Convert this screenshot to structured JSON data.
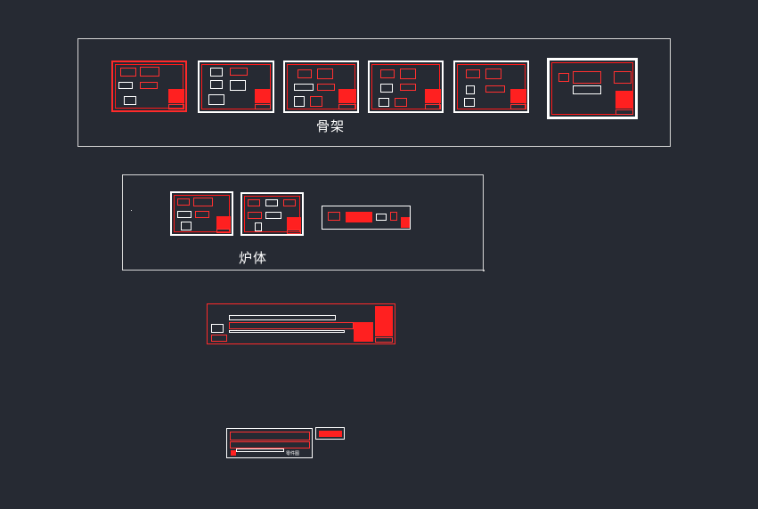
{
  "groups": {
    "skeleton": {
      "label": "骨架",
      "sheet_count": 6
    },
    "furnace_body": {
      "label": "炉体",
      "sheet_count": 3
    },
    "bottom_sheet": {
      "label": "零件图"
    }
  },
  "colors": {
    "background": "#262a33",
    "frame": "#d8d8d8",
    "drawing_red": "#ff0000",
    "drawing_white": "#ffffff"
  }
}
